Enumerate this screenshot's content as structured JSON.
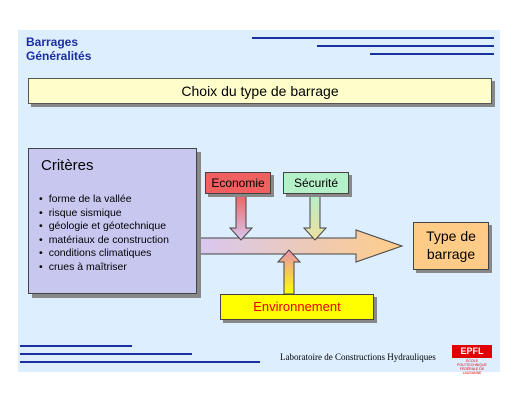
{
  "header": {
    "line1": "Barrages",
    "line2": "Généralités"
  },
  "title": "Choix du type de barrage",
  "criteria": {
    "title": "Critères",
    "items": [
      "forme de la vallée",
      "risque sismique",
      "géologie et géotechnique",
      "matériaux de construction",
      "conditions climatiques",
      "crues à maîtriser"
    ]
  },
  "factors": {
    "economie": "Economie",
    "securite": "Sécurité",
    "environnement": "Environnement"
  },
  "result": {
    "line1": "Type de",
    "line2": "barrage"
  },
  "footer": {
    "lab": "Laboratoire de Constructions Hydrauliques",
    "logo": "EPFL",
    "logo_sub": "ÉCOLE POLYTECHNIQUE FÉDÉRALE DE LAUSANNE"
  },
  "colors": {
    "accent": "#1a2fa0",
    "economie": "#f06060",
    "securite": "#b4f0c8",
    "environnement": "#ffff00",
    "criteria_box": "#c7c7f0",
    "result_box": "#ffcc88"
  }
}
